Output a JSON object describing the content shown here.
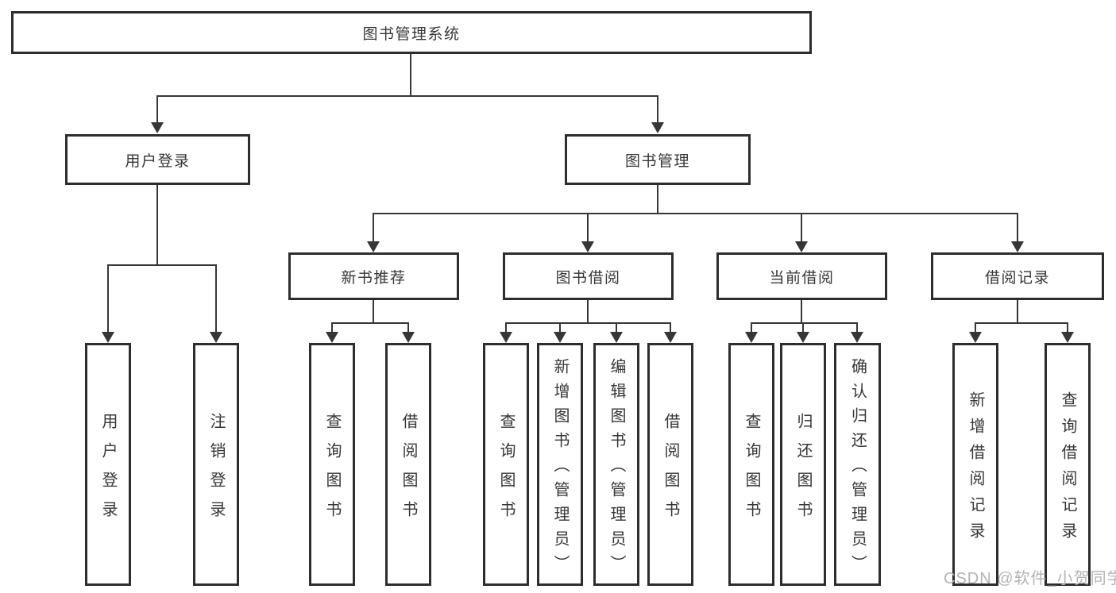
{
  "tree": {
    "root": {
      "label": "图书管理系统"
    },
    "branches": [
      {
        "label": "用户登录",
        "children": [
          {
            "label": "用户登录"
          },
          {
            "label": "注销登录"
          }
        ]
      },
      {
        "label": "图书管理",
        "groups": [
          {
            "label": "新书推荐",
            "children": [
              {
                "label": "查询图书"
              },
              {
                "label": "借阅图书"
              }
            ]
          },
          {
            "label": "图书借阅",
            "children": [
              {
                "label": "查询图书"
              },
              {
                "label": "新增图书（管理员）"
              },
              {
                "label": "编辑图书（管理员）"
              },
              {
                "label": "借阅图书"
              }
            ]
          },
          {
            "label": "当前借阅",
            "children": [
              {
                "label": "查询图书"
              },
              {
                "label": "归还图书"
              },
              {
                "label": "确认归还（管理员）"
              }
            ]
          },
          {
            "label": "借阅记录",
            "children": [
              {
                "label": "新增借阅记录"
              },
              {
                "label": "查询借阅记录"
              }
            ]
          }
        ]
      }
    ]
  },
  "watermark": {
    "text": "CSDN @软件_小贺同学"
  },
  "colors": {
    "box_border": "#2d2d2d",
    "line": "#363636",
    "text": "#363636",
    "watermark": "#b4b4b4",
    "background": "#ffffff"
  }
}
